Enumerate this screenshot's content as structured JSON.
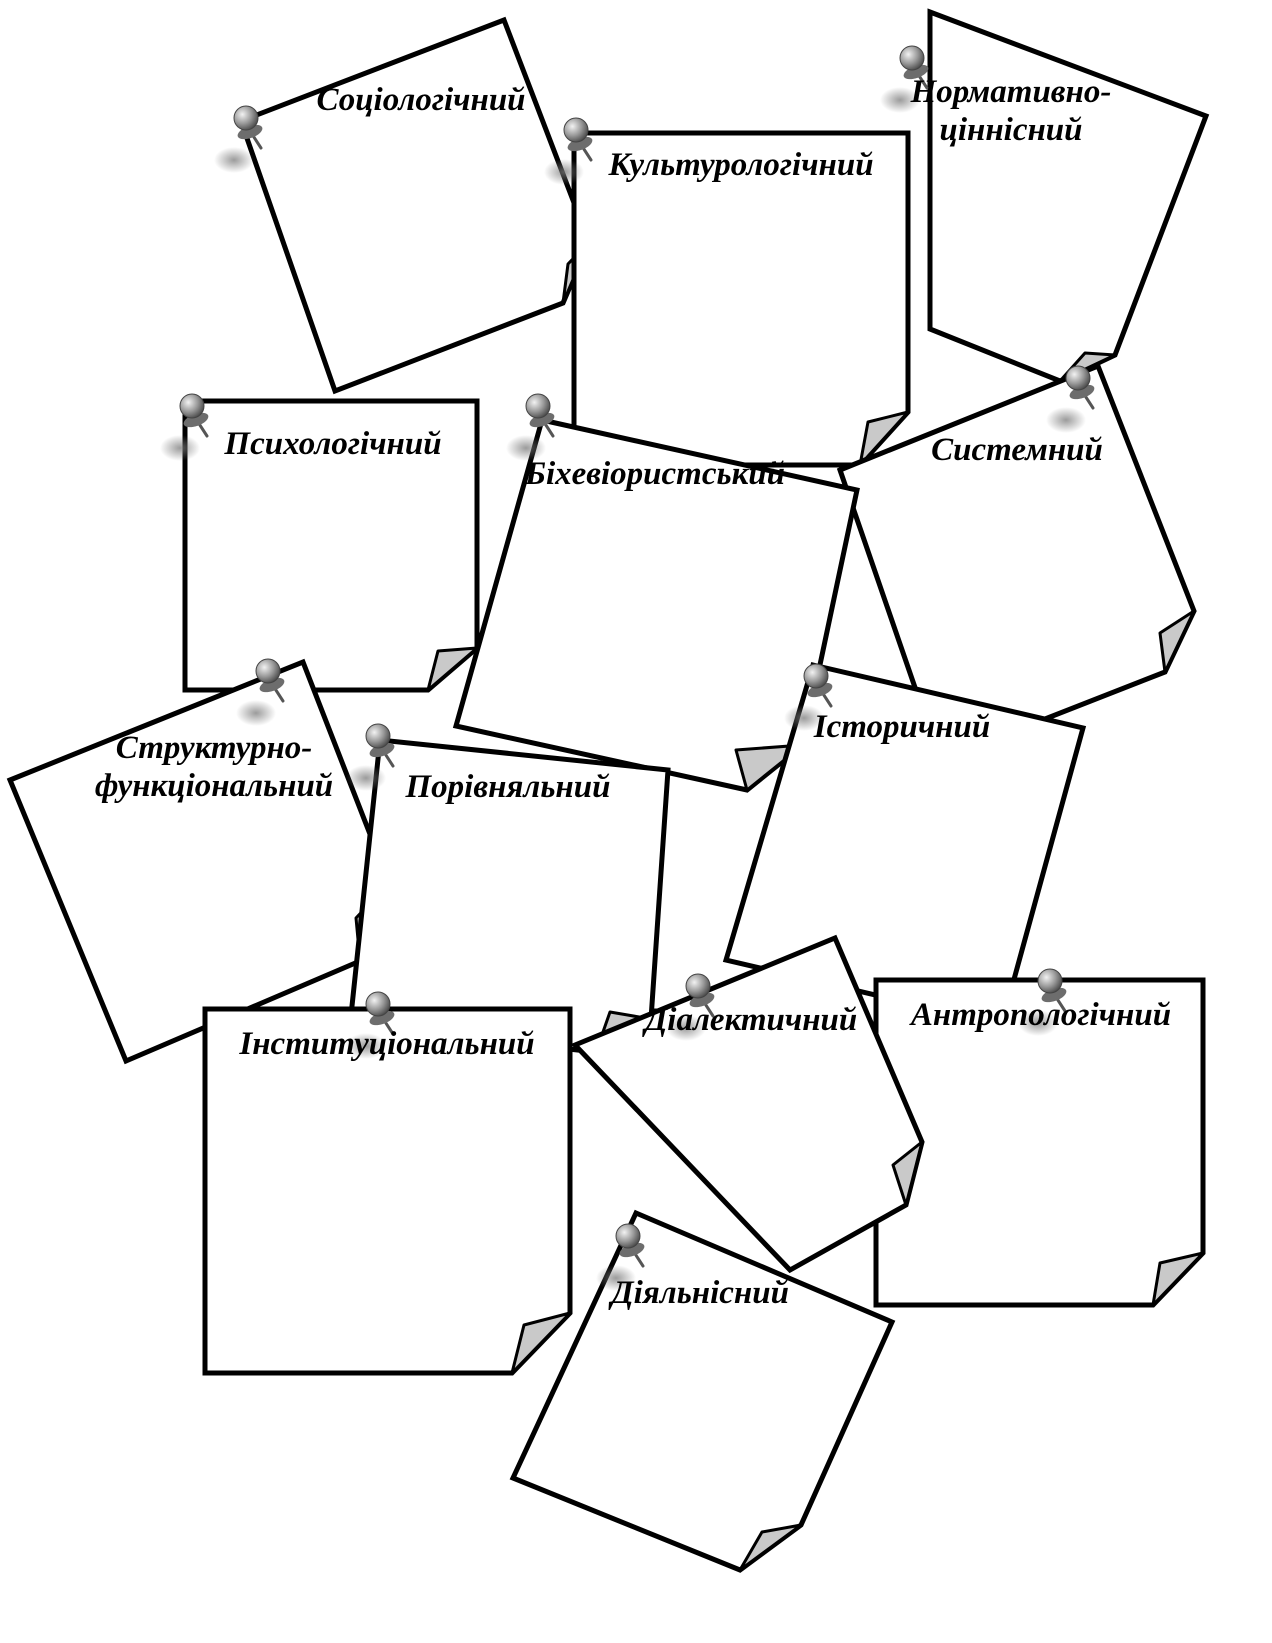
{
  "notes": [
    {
      "id": "sotsiolohichnyi",
      "label_lines": [
        "Соціологічний"
      ]
    },
    {
      "id": "normatyvno-tsinnisnyi",
      "label_lines": [
        "Нормативно-",
        "ціннісний"
      ]
    },
    {
      "id": "kulturolohichnyi",
      "label_lines": [
        "Культурологічний"
      ]
    },
    {
      "id": "systemnyi",
      "label_lines": [
        "Системний"
      ]
    },
    {
      "id": "psykholohichnyi",
      "label_lines": [
        "Психологічний"
      ]
    },
    {
      "id": "bikheviorystskyi",
      "label_lines": [
        "Біхевіористський"
      ]
    },
    {
      "id": "istorychnyi",
      "label_lines": [
        "Історичний"
      ]
    },
    {
      "id": "strukturno-funktsionalnyi",
      "label_lines": [
        "Структурно-",
        "функціональний"
      ]
    },
    {
      "id": "porivnialnyi",
      "label_lines": [
        "Порівняльний"
      ]
    },
    {
      "id": "antropolohichnyi",
      "label_lines": [
        "Антропологічний"
      ]
    },
    {
      "id": "dialektychnyi",
      "label_lines": [
        "Діалектичний"
      ]
    },
    {
      "id": "instytutsionalnyi",
      "label_lines": [
        "Інституціональний"
      ]
    },
    {
      "id": "dialnisnyi",
      "label_lines": [
        "Діяльнісний"
      ]
    }
  ],
  "icons": {
    "note_pin": "push-pin-icon"
  },
  "colors": {
    "note_fill": "#ffffff",
    "note_stroke": "#000000",
    "curl_fill": "#c9c9c9",
    "pin": "#8a8a8a"
  }
}
